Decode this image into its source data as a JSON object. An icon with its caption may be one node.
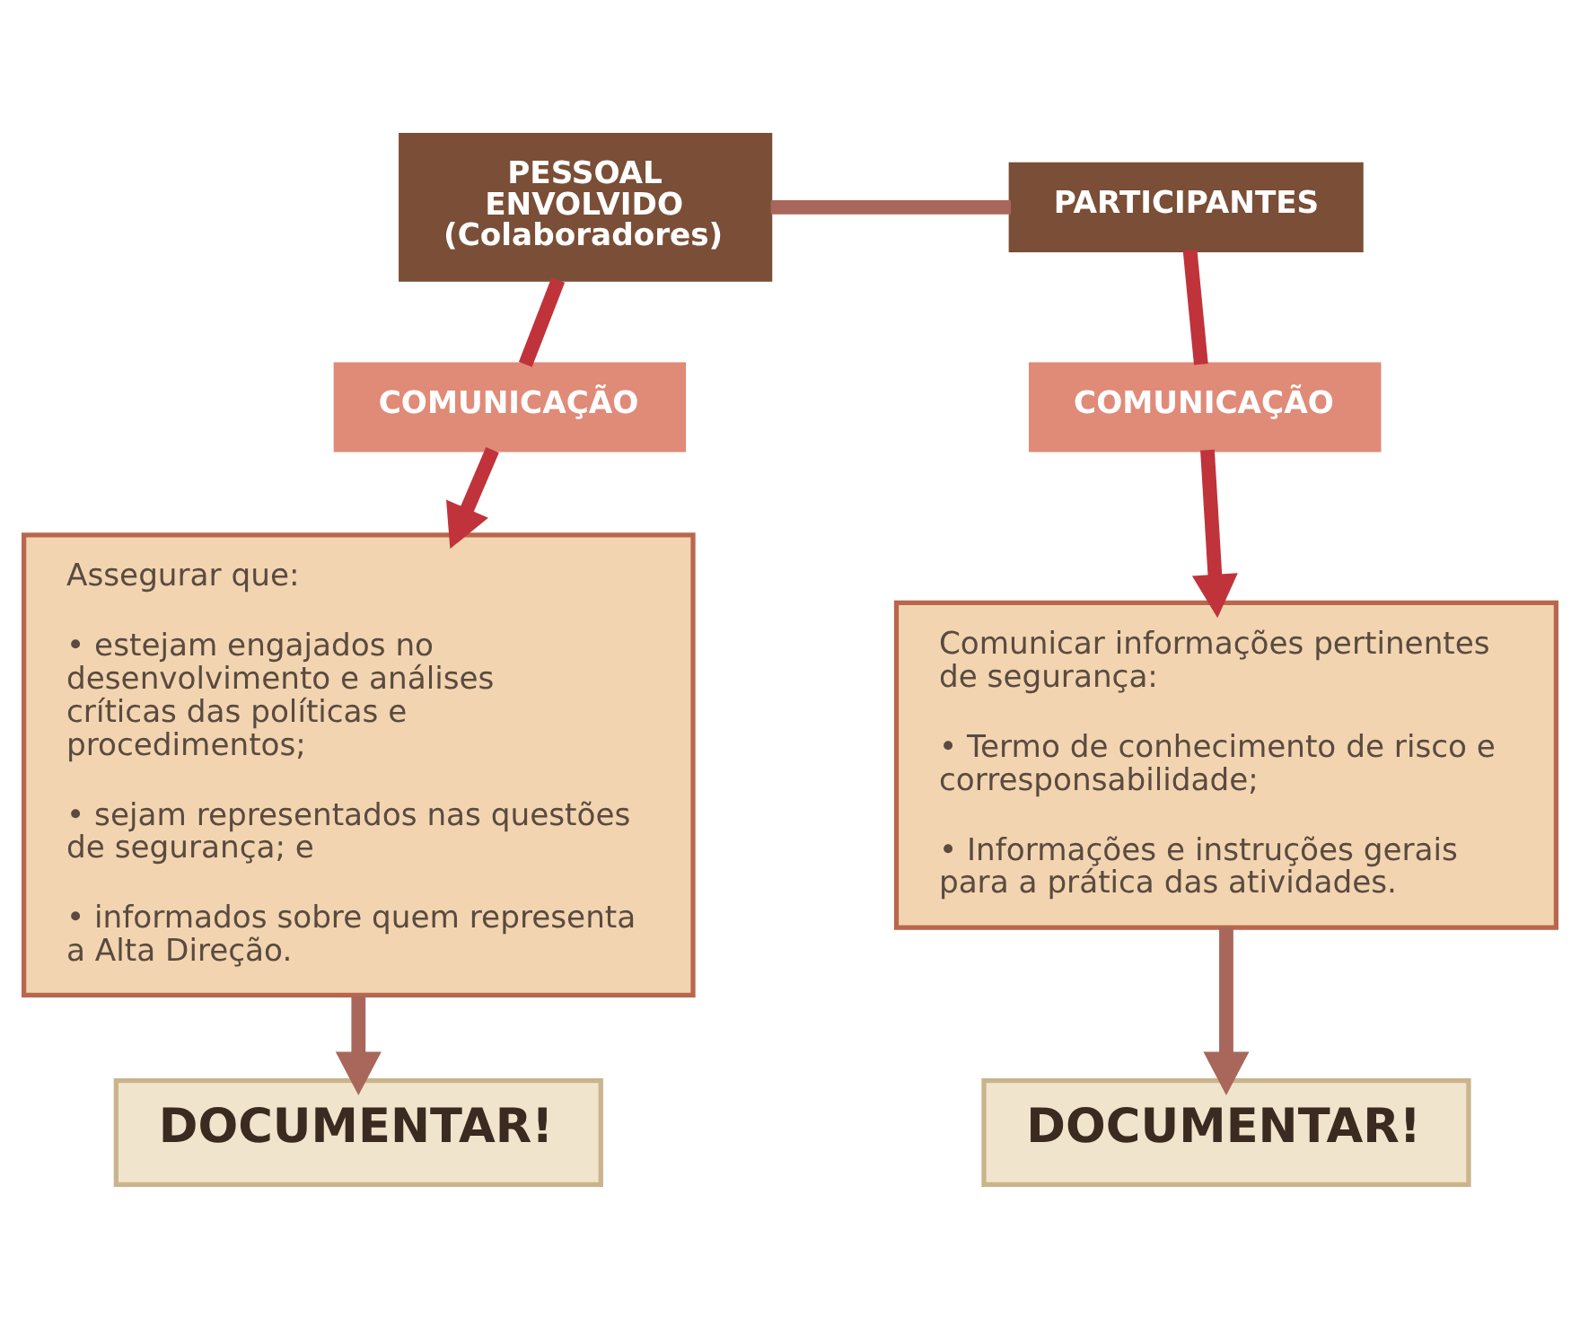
{
  "diagram": {
    "nodes": [
      {
        "text": [
          "PESSOAL ENVOLVIDO (Colaboradores)"
        ]
      },
      {
        "text": [
          "PARTICIPANTES"
        ]
      },
      {
        "text": [
          "COMUNICAÇÃO"
        ]
      },
      {
        "text": [
          "COMUNICAÇÃO"
        ]
      },
      {
        "text": [
          "Assegurar que:",
          "• estejam engajados no desenvolvimento e análises críticas das políticas e procedimentos;",
          "• sejam representados nas questões de segurança; e",
          "• informados sobre quem representa a Alta Direção."
        ]
      },
      {
        "text": [
          "Comunicar informações pertinentes de segurança:",
          "• Termo de conhecimento de risco e corresponsabilidade;",
          "• Informações e instruções gerais para a prática das atividades."
        ]
      },
      {
        "text": [
          "DOCUMENTAR!"
        ]
      },
      {
        "text": [
          "DOCUMENTAR!"
        ]
      }
    ],
    "edges": [
      {
        "from": 0,
        "to": 1,
        "arrow": "none"
      },
      {
        "from": 0,
        "to": 2,
        "arrow": "none",
        "color": "#c0333a"
      },
      {
        "from": 2,
        "to": 4,
        "arrow": "to",
        "color": "#c0333a"
      },
      {
        "from": 1,
        "to": 3,
        "arrow": "none",
        "color": "#c0333a"
      },
      {
        "from": 3,
        "to": 5,
        "arrow": "to",
        "color": "#c0333a"
      },
      {
        "from": 4,
        "to": 6,
        "arrow": "to"
      },
      {
        "from": 5,
        "to": 7,
        "arrow": "to"
      }
    ]
  }
}
